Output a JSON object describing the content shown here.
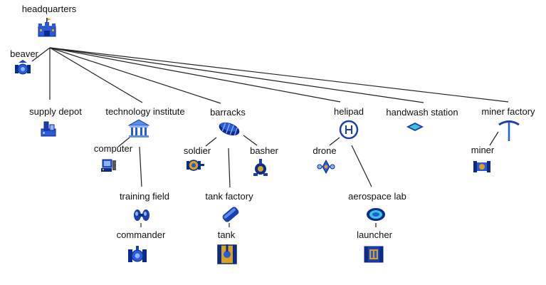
{
  "colors": {
    "line": "#222222",
    "blue_dark": "#0a2a8c",
    "blue": "#2a5ad8",
    "blue_light": "#8fb4ff",
    "gold": "#d9a21b",
    "cyan": "#37c7d6"
  },
  "nodes": {
    "headquarters": {
      "label": "headquarters",
      "icon": "castle-icon"
    },
    "beaver": {
      "label": "beaver",
      "icon": "beaver-unit-icon"
    },
    "supply_depot": {
      "label": "supply depot",
      "icon": "supply-depot-icon"
    },
    "technology_institute": {
      "label": "technology institute",
      "icon": "institute-building-icon"
    },
    "barracks": {
      "label": "barracks",
      "icon": "barracks-icon"
    },
    "helipad": {
      "label": "helipad",
      "icon": "helipad-icon"
    },
    "handwash_station": {
      "label": "handwash station",
      "icon": "handwash-station-icon"
    },
    "miner_factory": {
      "label": "miner factory",
      "icon": "pickaxe-icon"
    },
    "computer": {
      "label": "computer",
      "icon": "computer-icon"
    },
    "soldier": {
      "label": "soldier",
      "icon": "soldier-unit-icon"
    },
    "basher": {
      "label": "basher",
      "icon": "basher-unit-icon"
    },
    "drone": {
      "label": "drone",
      "icon": "drone-unit-icon"
    },
    "miner": {
      "label": "miner",
      "icon": "miner-unit-icon"
    },
    "training_field": {
      "label": "training field",
      "icon": "training-field-icon"
    },
    "tank_factory": {
      "label": "tank factory",
      "icon": "tank-factory-icon"
    },
    "aerospace_lab": {
      "label": "aerospace lab",
      "icon": "aerospace-lab-icon"
    },
    "commander": {
      "label": "commander",
      "icon": "commander-unit-icon"
    },
    "tank": {
      "label": "tank",
      "icon": "tank-unit-icon"
    },
    "launcher": {
      "label": "launcher",
      "icon": "launcher-unit-icon"
    }
  },
  "edges": [
    [
      "headquarters",
      "beaver"
    ],
    [
      "headquarters",
      "supply_depot"
    ],
    [
      "headquarters",
      "technology_institute"
    ],
    [
      "headquarters",
      "barracks"
    ],
    [
      "headquarters",
      "helipad"
    ],
    [
      "headquarters",
      "handwash_station"
    ],
    [
      "headquarters",
      "miner_factory"
    ],
    [
      "technology_institute",
      "computer"
    ],
    [
      "technology_institute",
      "training_field"
    ],
    [
      "barracks",
      "soldier"
    ],
    [
      "barracks",
      "basher"
    ],
    [
      "barracks",
      "tank_factory"
    ],
    [
      "helipad",
      "drone"
    ],
    [
      "helipad",
      "aerospace_lab"
    ],
    [
      "miner_factory",
      "miner"
    ],
    [
      "training_field",
      "commander"
    ],
    [
      "tank_factory",
      "tank"
    ],
    [
      "aerospace_lab",
      "launcher"
    ]
  ]
}
